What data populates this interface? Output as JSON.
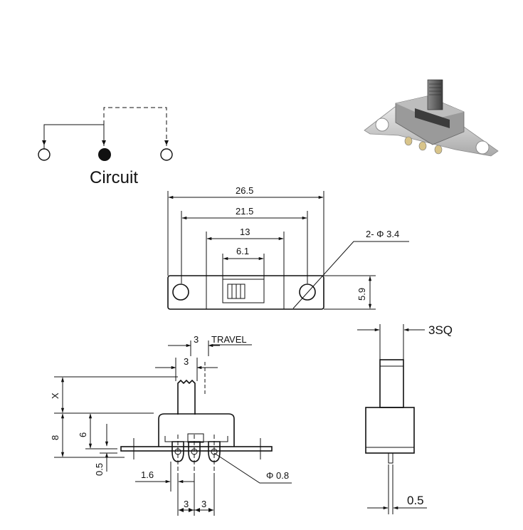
{
  "circuit": {
    "label": "Circuit"
  },
  "top_view": {
    "dims": {
      "overall": "26.5",
      "hole_spacing": "21.5",
      "body": "13",
      "slot": "6.1",
      "height": "5.9"
    },
    "hole_callout": "2- Φ 3.4"
  },
  "side_view": {
    "travel_value": "3",
    "travel_label": "TRAVEL",
    "actuator_width": "3",
    "x_label": "X",
    "height_8": "8",
    "height_6": "6",
    "thickness": "0.5",
    "pin_offset": "1.6",
    "pin_pitch_left": "3",
    "pin_pitch_right": "3",
    "pin_dia": "Φ 0.8"
  },
  "end_view": {
    "actuator_size": "3SQ",
    "pin_thickness": "0.5"
  },
  "colors": {
    "line": "#111111",
    "background": "#ffffff",
    "photo_metal": "#c8c8c8",
    "photo_body": "#5a5a5a"
  }
}
